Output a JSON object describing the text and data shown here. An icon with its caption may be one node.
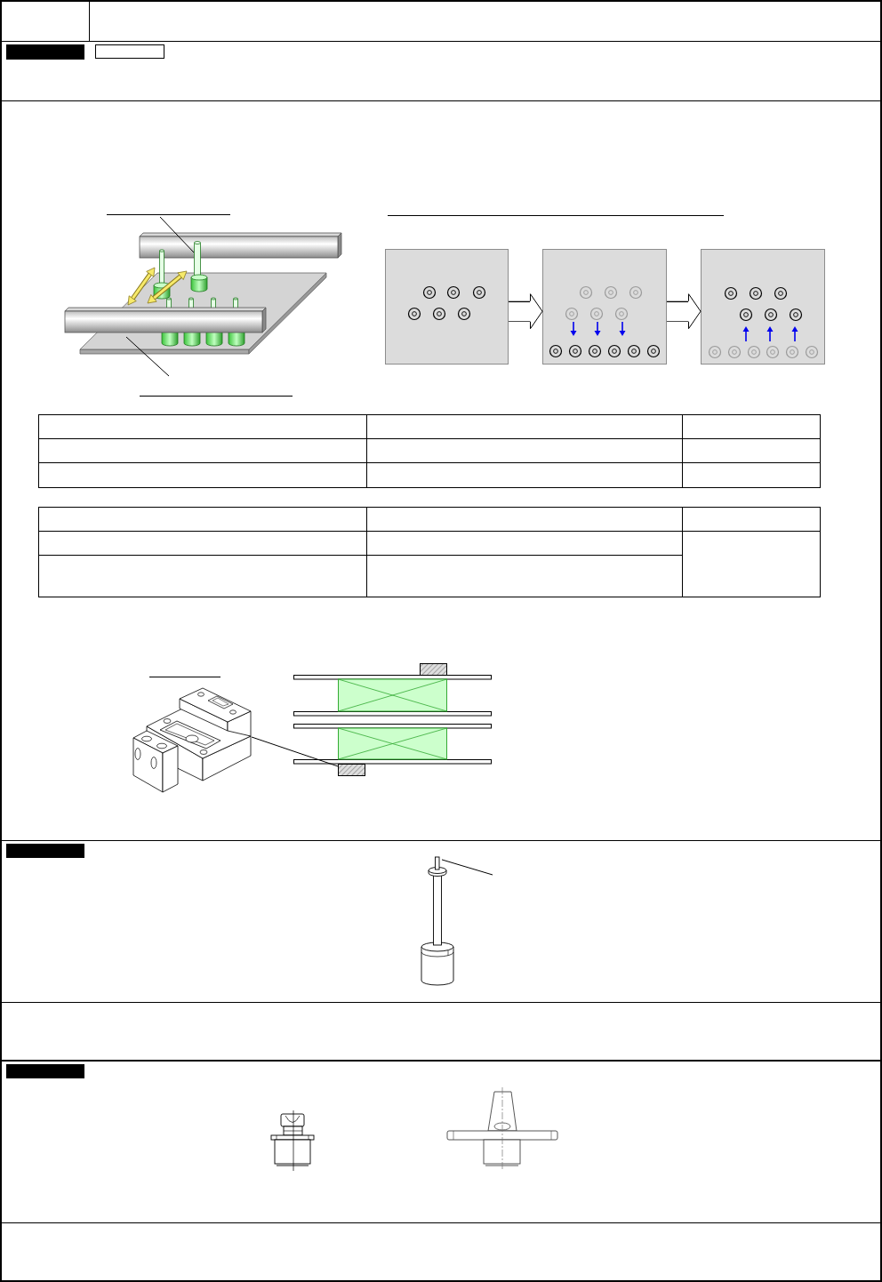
{
  "diagram": {
    "nodes": [
      {
        "text": [],
        "shape": "box"
      },
      {
        "text": [],
        "shape": "picture"
      },
      {
        "text": [],
        "shape": "picture"
      },
      {
        "text": [],
        "shape": "box"
      },
      {
        "text": [],
        "shape": "box"
      },
      {
        "text": [],
        "shape": "box"
      },
      {
        "text": [],
        "shape": "picture"
      },
      {
        "text": [],
        "shape": "box"
      },
      {
        "text": [],
        "shape": "picture"
      }
    ],
    "edges": [
      {
        "from": null,
        "to": 1,
        "arrow": "none"
      },
      {
        "from": null,
        "to": 2,
        "arrow": "none"
      },
      {
        "from": 3,
        "to": 4,
        "arrow": "to"
      },
      {
        "from": 4,
        "to": 5,
        "arrow": "to"
      },
      {
        "from": 6,
        "to": 7,
        "arrow": "none"
      },
      {
        "from": null,
        "to": 8,
        "arrow": "none"
      }
    ]
  }
}
